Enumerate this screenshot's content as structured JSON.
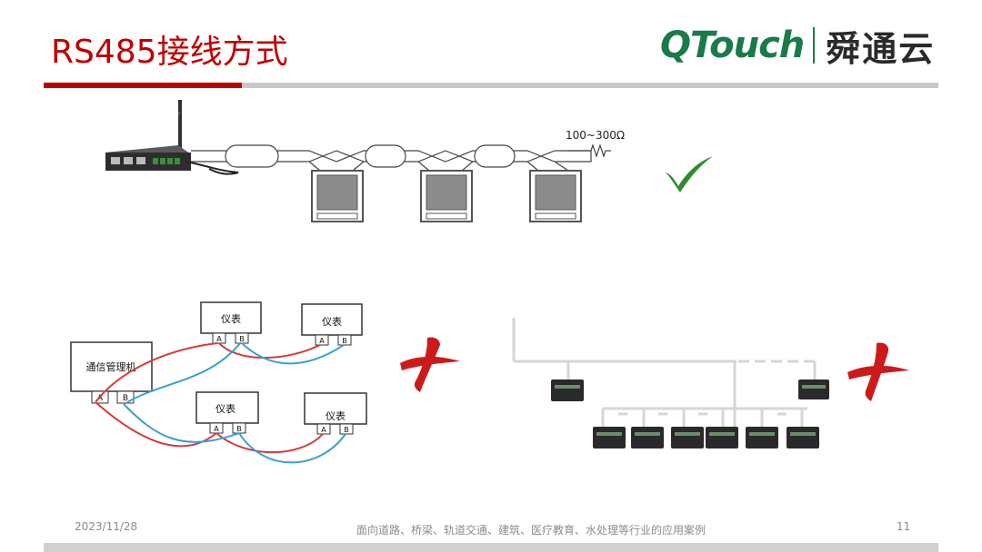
{
  "slide": {
    "title": "RS485接线方式",
    "logo": {
      "latin": "QTouch",
      "cn": "舜通云"
    }
  },
  "diagram_top": {
    "resistor_label": "100~300Ω"
  },
  "diagram_left": {
    "manager_label": "通信管理机",
    "meter_label": "仪表",
    "terminal_a": "A",
    "terminal_b": "B"
  },
  "marks": {
    "correct": "check-icon",
    "wrong": "cross-icon"
  },
  "colors": {
    "title": "#c00000",
    "brand_green": "#1a7a4a",
    "wire_red": "#d63a3a",
    "wire_blue": "#3aa0d0"
  },
  "footer": {
    "date": "2023/11/28",
    "center": "面向道路、桥梁、轨道交通、建筑、医疗教育、水处理等行业的应用案例",
    "page": "11"
  }
}
